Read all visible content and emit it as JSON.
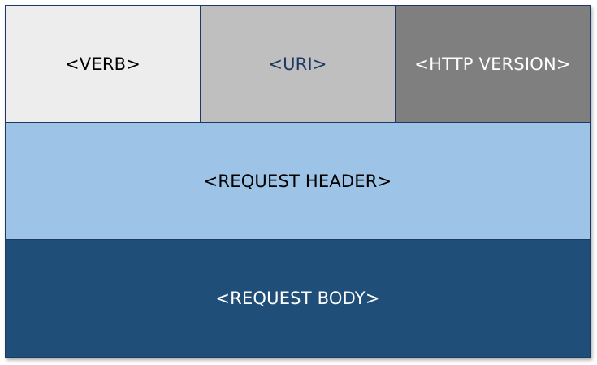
{
  "diagram": {
    "verb": {
      "label": "<VERB>",
      "fill": "#ededed",
      "text_color": "#000000"
    },
    "uri": {
      "label": "<URI>",
      "fill": "#bfbfbf",
      "text_color": "#1f3864"
    },
    "http_version": {
      "label": "<HTTP VERSION>",
      "fill": "#7f7f7f",
      "text_color": "#ffffff"
    },
    "request_header": {
      "label": "<REQUEST HEADER>",
      "fill": "#9dc3e6",
      "text_color": "#000000"
    },
    "request_body": {
      "label": "<REQUEST BODY>",
      "fill": "#1f4e79",
      "text_color": "#ffffff"
    },
    "border_color": "#1f3864"
  }
}
